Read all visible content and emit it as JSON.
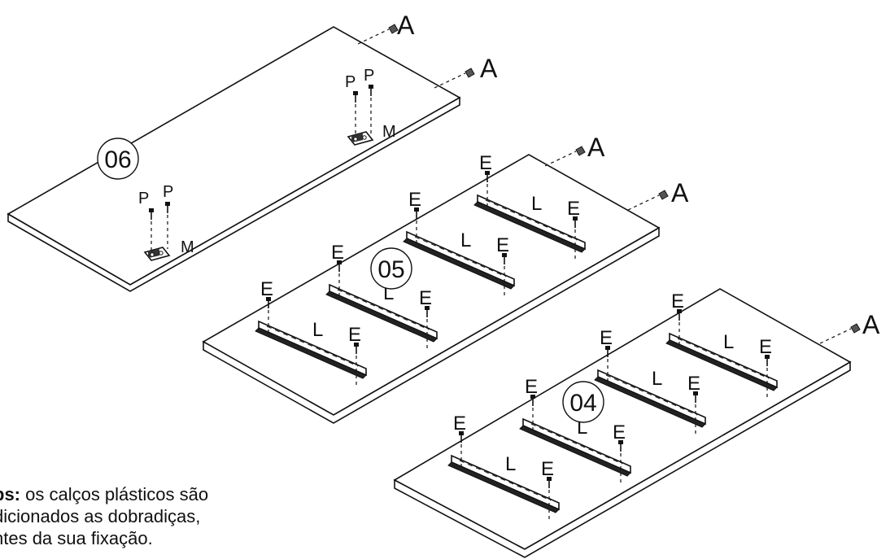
{
  "panels": [
    {
      "id": "06",
      "number_label": "06",
      "hardware": {
        "screw": "P",
        "hinge": "M",
        "cam": "A"
      }
    },
    {
      "id": "05",
      "number_label": "05",
      "hardware": {
        "screw": "E",
        "rail": "L",
        "cam": "A"
      }
    },
    {
      "id": "04",
      "number_label": "04",
      "hardware": {
        "screw": "E",
        "rail": "L",
        "cam": "A"
      }
    }
  ],
  "note": {
    "prefix": "bs:",
    "line1": " os calços plásticos são",
    "line2": "dicionados as dobradiças,",
    "line3": "ntes da sua fixação."
  },
  "colors": {
    "stroke": "#111111",
    "panel_fill": "#ffffff"
  }
}
